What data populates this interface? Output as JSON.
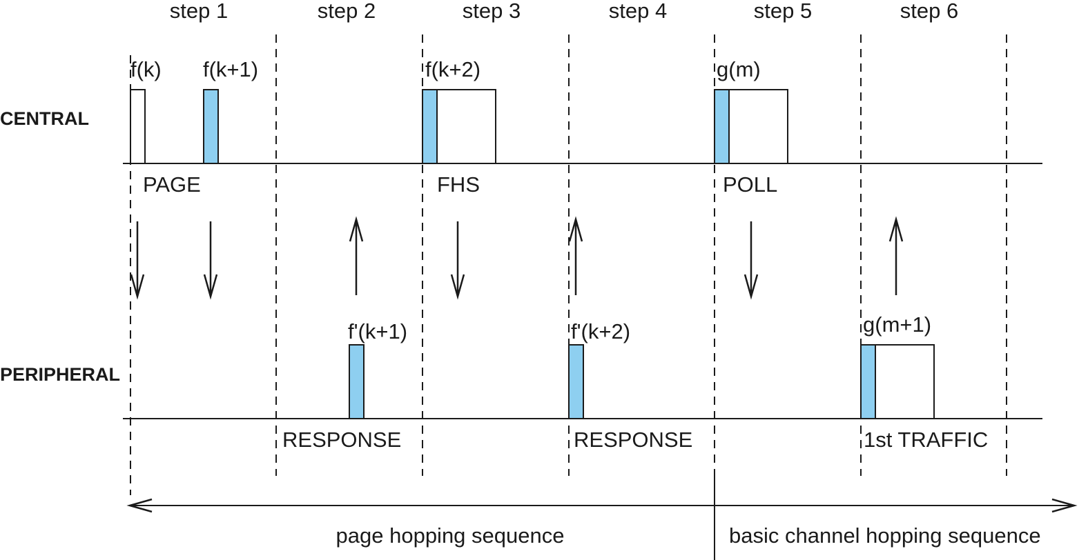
{
  "steps": [
    "step 1",
    "step 2",
    "step 3",
    "step 4",
    "step 5",
    "step 6"
  ],
  "rows": {
    "central": "CENTRAL",
    "peripheral": "PERIPHERAL"
  },
  "freqs": {
    "fk": "f(k)",
    "fk1": "f(k+1)",
    "fk2": "f(k+2)",
    "gm": "g(m)",
    "fpk1": "f'(k+1)",
    "fpk2": "f'(k+2)",
    "gm1": "g(m+1)"
  },
  "packets": {
    "page": "PAGE",
    "fhs": "FHS",
    "poll": "POLL",
    "response1": "RESPONSE",
    "response2": "RESPONSE",
    "traffic": "1st TRAFFIC"
  },
  "sequences": {
    "page": "page hopping sequence",
    "basic": "basic channel hopping sequence"
  },
  "colors": {
    "highlight": "#8ecff0",
    "ink": "#1a1a1a"
  }
}
